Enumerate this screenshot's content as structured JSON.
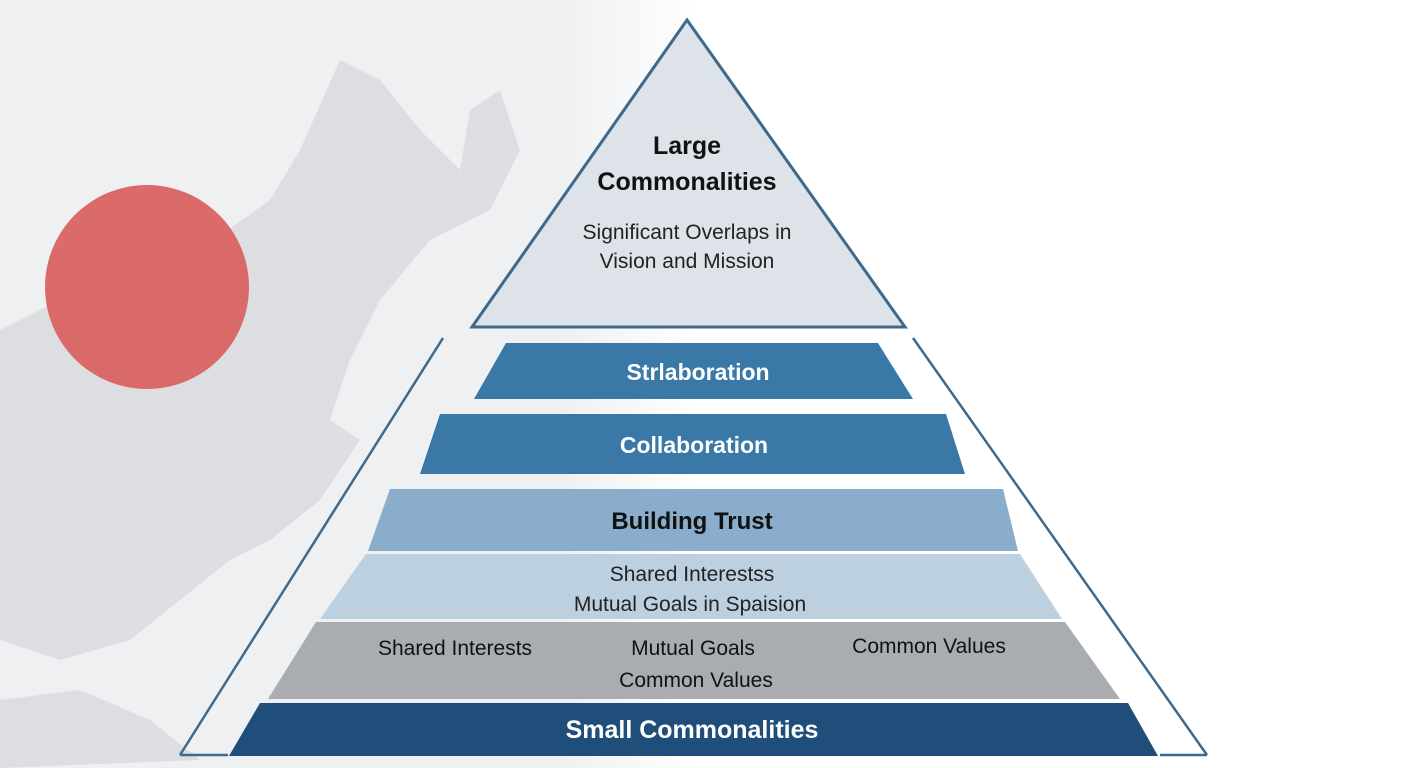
{
  "apex": {
    "title_line1": "Large",
    "title_line2": "Commonalities",
    "desc_line1": "Significant Overlaps in",
    "desc_line2": "Vision and Mission"
  },
  "bands": [
    {
      "label": "Strlaboration",
      "color": "#3a78a8"
    },
    {
      "label": "Collaboration",
      "color": "#3a78a8"
    },
    {
      "label": "Building Trust",
      "color": "#8aadcc"
    },
    {
      "line1": "Shared Interestss",
      "line2": "Mutual Goals in Spaision",
      "color": "#bdd0e0"
    },
    {
      "left": "Shared Interests",
      "center_line1": "Mutual Goals",
      "center_line2": "Common Values",
      "right": "Common Values",
      "color": "#a9adb2"
    },
    {
      "label": "Small Commonalities",
      "color": "#1f4e7a"
    }
  ],
  "colors": {
    "outline": "#3d6a8c",
    "apex_fill": "#dde3e8",
    "map_land": "#dcdee1",
    "map_sea": "#eef0f2",
    "sun": "#d9605f"
  }
}
